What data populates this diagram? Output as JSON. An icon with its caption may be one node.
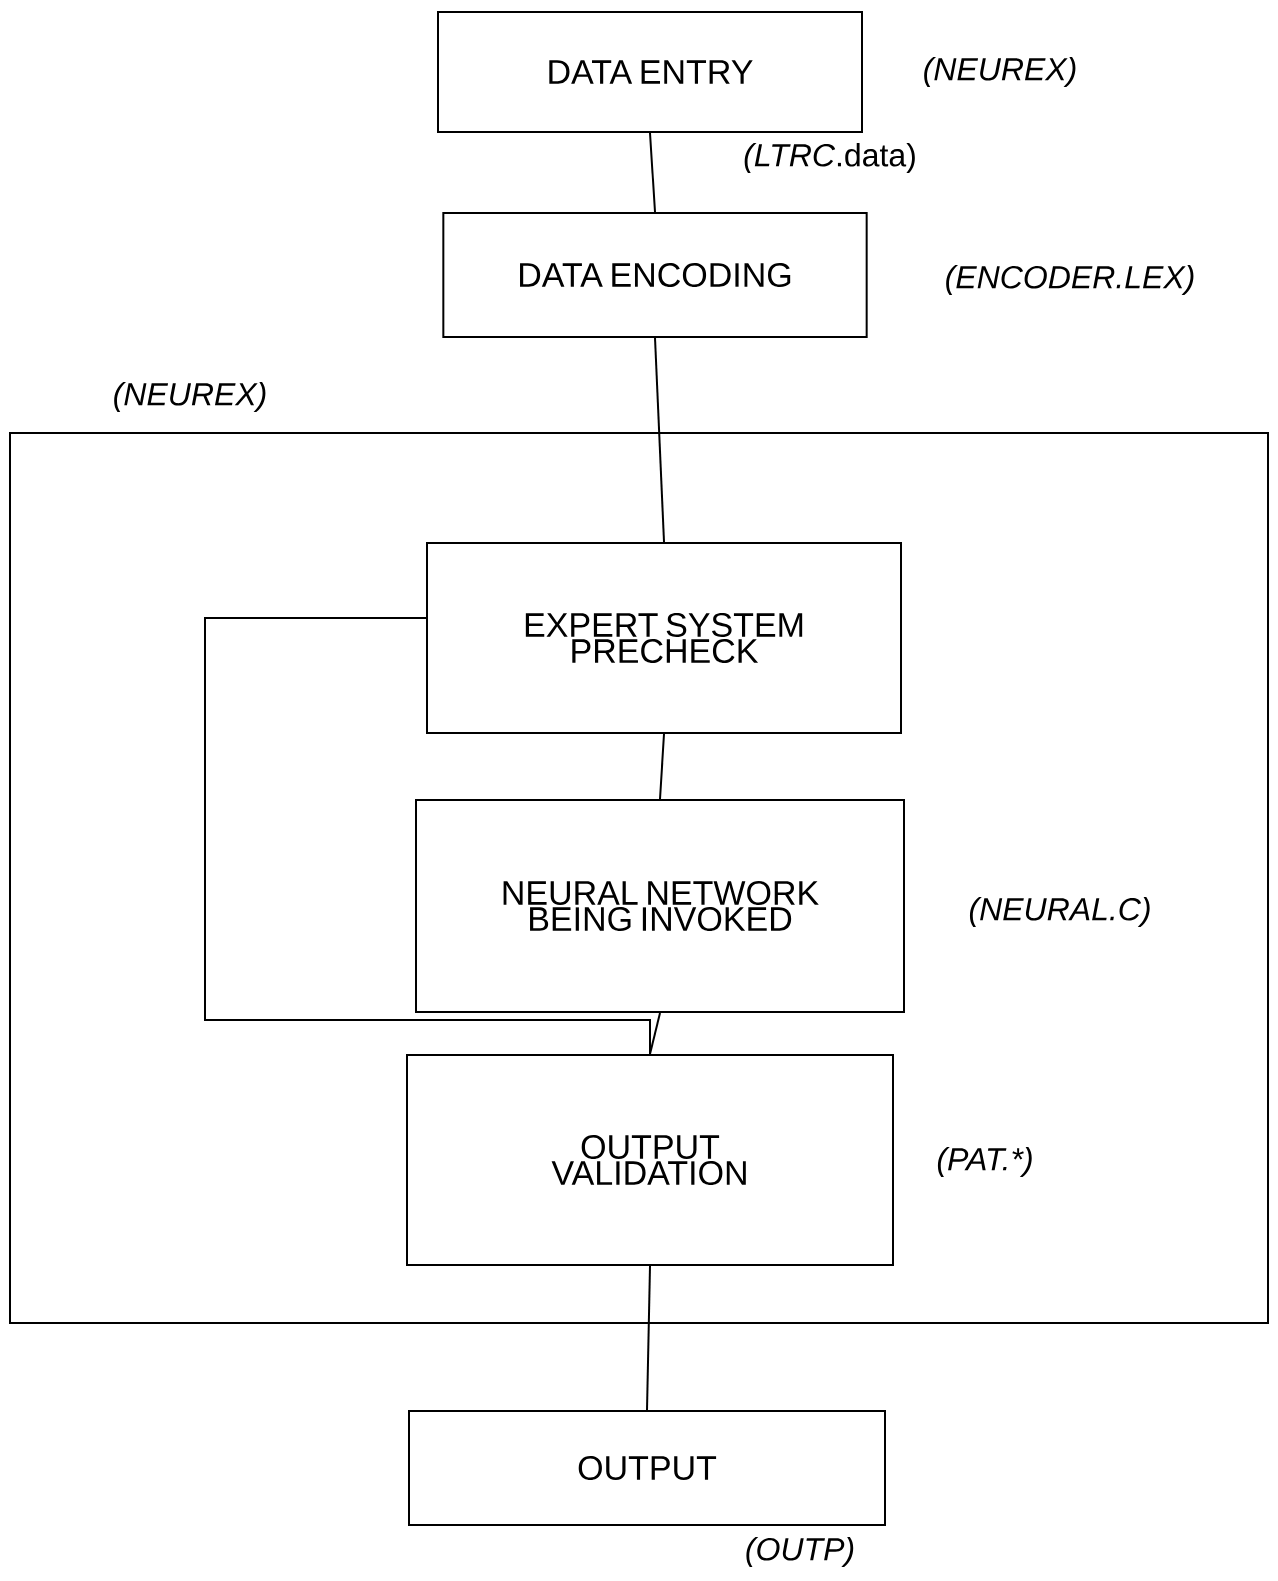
{
  "diagram": {
    "nodes": [
      {
        "text": [
          "DATA ENTRY"
        ],
        "beside": [
          "(NEUREX)"
        ]
      },
      {
        "text": [
          "DATA ENCODING"
        ],
        "beside": [
          "(ENCODER.LEX)"
        ]
      },
      {
        "text": [
          "(NEUREX)"
        ]
      },
      {
        "text": [
          "EXPERT SYSTEM PRECHECK"
        ],
        "in": 2
      },
      {
        "text": [
          "NEURAL NETWORK BEING INVOKED"
        ],
        "in": 2,
        "beside": [
          "(NEURAL.C)"
        ]
      },
      {
        "text": [
          "OUTPUT VALIDATION"
        ],
        "in": 2,
        "beside": [
          "(PAT.*)"
        ]
      },
      {
        "text": [
          "OUTPUT"
        ],
        "beside": [
          "(OUTP)"
        ]
      }
    ],
    "edges": [
      {
        "from": 0,
        "to": 1,
        "arrow": "none",
        "label": "*(LTRC*.data)"
      },
      {
        "from": 1,
        "to": 3,
        "arrow": "none"
      },
      {
        "from": 3,
        "to": 4,
        "arrow": "none"
      },
      {
        "from": 4,
        "to": 5,
        "arrow": "none"
      },
      {
        "from": 3,
        "to": 5,
        "arrow": "none"
      },
      {
        "from": 5,
        "to": 6,
        "arrow": "none"
      }
    ]
  }
}
